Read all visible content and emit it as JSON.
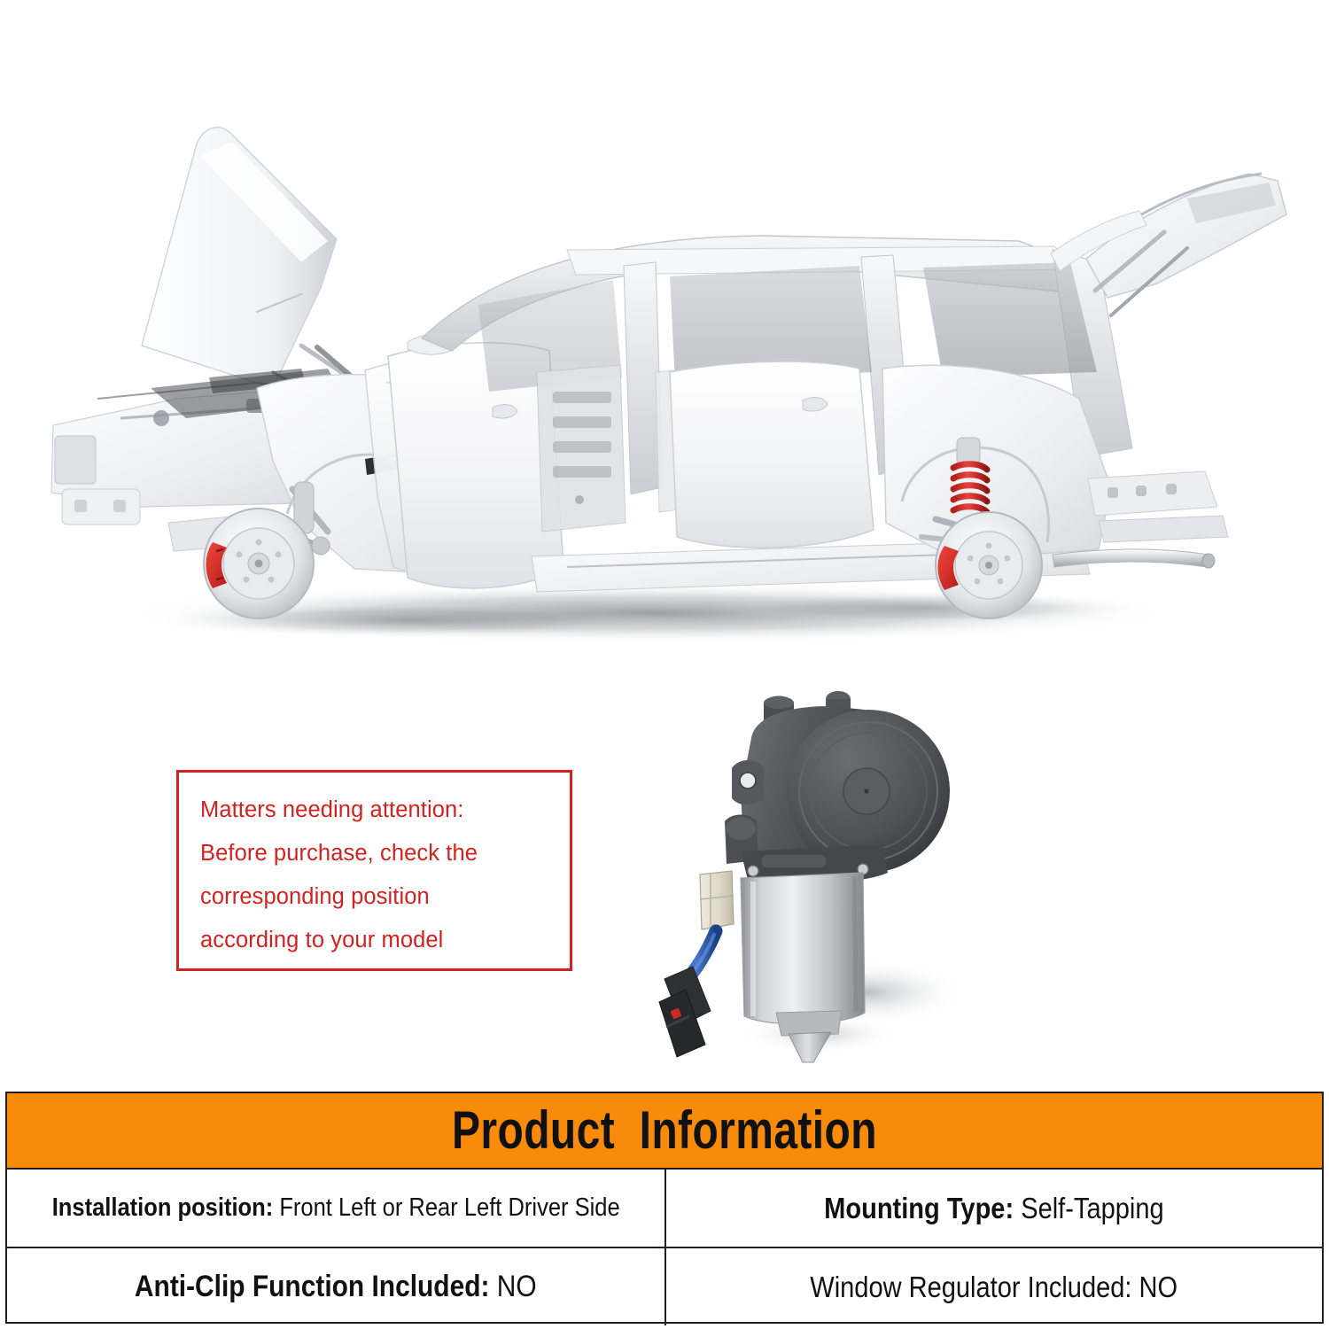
{
  "attention": {
    "lines": [
      "Matters needing attention:",
      "Before purchase, check the",
      "corresponding position",
      "according to your model"
    ],
    "text_color": "#d3211f",
    "border_color": "#d3211f"
  },
  "vehicle": {
    "description": "white SUV body-in-white cutaway with open hood, open liftgate, front door, red brake calipers and red coil spring",
    "body_color": "#f4f5f7",
    "accent_color": "#e02020",
    "shadow_color": "#9aa0a6"
  },
  "motor": {
    "description": "power window lift motor with dark gray gearbox housing, silver cylindrical motor body, beige connector block and blue wire lead",
    "housing_color": "#54565a",
    "body_color": "#b9bcc0",
    "connector_color": "#ded7c4",
    "wire_color": "#2e62b8",
    "plug_color": "#2b2b2f"
  },
  "table": {
    "header": {
      "title": "Product  Information",
      "background": "#F98B0B",
      "text_color": "#111111"
    },
    "border_color": "#231f20",
    "rows": [
      [
        {
          "label": "Installation position:",
          "value": "Front Left or Rear Left Driver Side",
          "size": "size-a",
          "bold_label": true
        },
        {
          "label": "Mounting Type:",
          "value": "Self-Tapping",
          "size": "size-b",
          "bold_label": true
        }
      ],
      [
        {
          "label": "Anti-Clip Function Included:",
          "value": "NO",
          "size": "size-c",
          "bold_label": true
        },
        {
          "label": "Window Regulator Included:",
          "value": "NO",
          "size": "size-d",
          "bold_label": false
        }
      ]
    ]
  }
}
